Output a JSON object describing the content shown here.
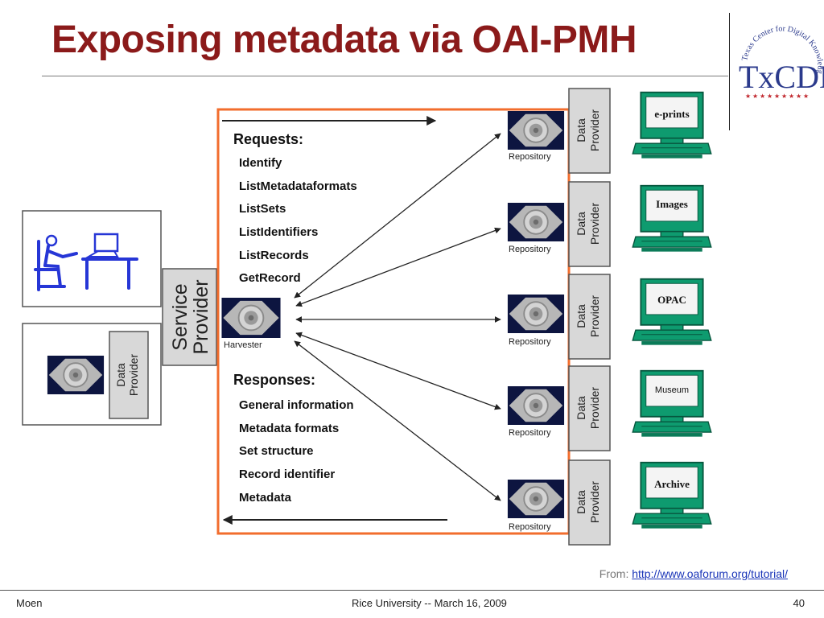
{
  "slide": {
    "title": "Exposing metadata via OAI-PMH",
    "logo_text": "TxCDK",
    "logo_arc": "Texas Center for Digital Knowledge",
    "source_prefix": "From: ",
    "source_link": "http://www.oaforum.org/tutorial/",
    "footer_left": "Moen",
    "footer_center": "Rice University -- March 16, 2009",
    "page_number": "40"
  },
  "diagram": {
    "requests_heading": "Requests:",
    "requests": [
      "Identify",
      "ListMetadataformats",
      "ListSets",
      "ListIdentifiers",
      "ListRecords",
      "GetRecord"
    ],
    "responses_heading": "Responses:",
    "responses": [
      "General information",
      "Metadata formats",
      "Set structure",
      "Record identifier",
      "Metadata"
    ],
    "service_provider": [
      "Service",
      "Provider"
    ],
    "harvester_label": "Harvester",
    "repository_label": "Repository",
    "data_provider": [
      "Data",
      "Provider"
    ],
    "computers": [
      "e-prints",
      "Images",
      "OPAC",
      "Museum",
      "Archive"
    ]
  },
  "colors": {
    "title": "#8b1a1a",
    "frame": "#f26d2d",
    "computer": "#0e9b6f",
    "panel": "#d8d8d8",
    "user_figure": "#2636d6",
    "logo": "#2b3a8c",
    "logo_stars": "#c1272d"
  }
}
